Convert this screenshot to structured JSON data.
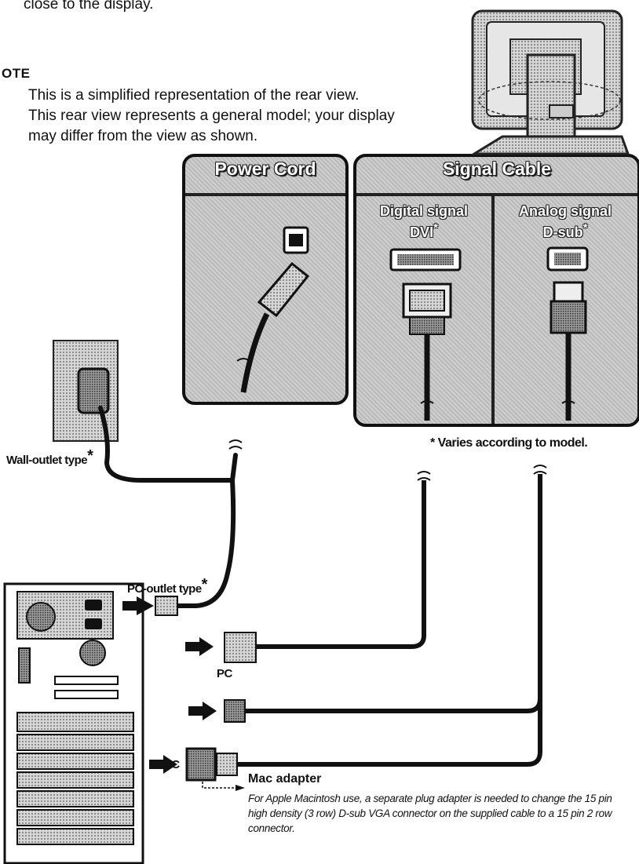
{
  "intro_text": "close to the display.",
  "note": {
    "heading": "OTE",
    "lines": [
      "This is a simplified representation of the rear view.",
      "This rear view represents a general model; your display",
      "may differ from the view as shown."
    ]
  },
  "panels": {
    "power_cord": {
      "title": "Power Cord"
    },
    "signal_cable": {
      "title": "Signal Cable",
      "digital": {
        "line1": "Digital signal",
        "line2": "DVI",
        "asterisk": "*"
      },
      "analog": {
        "line1": "Analog signal",
        "line2": "D-sub",
        "asterisk": "*"
      }
    }
  },
  "labels": {
    "varies": "* Varies according to model.",
    "wall_outlet": "Wall-outlet type",
    "pc_outlet": "PC-outlet type",
    "asterisk": "*",
    "pc": "PC",
    "mac": "MAC"
  },
  "mac_adapter": {
    "title": "Mac adapter",
    "description": "For Apple Macintosh use, a separate plug adapter is needed to change the 15 pin high density (3 row) D-sub VGA connector on the supplied cable to a 15 pin 2 row connector."
  }
}
